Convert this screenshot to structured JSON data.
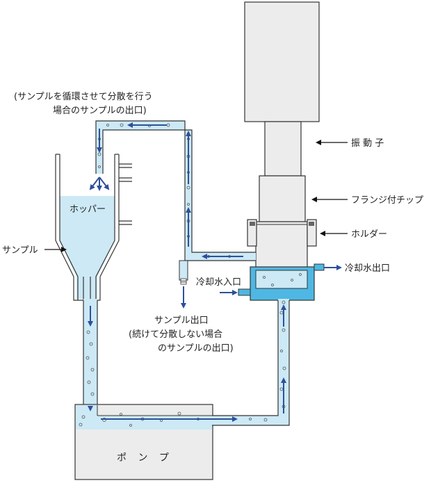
{
  "labels": {
    "circulation_line1": "(サンプルを循環させて分散を行う",
    "circulation_line2": "場合のサンプルの出口)",
    "vibrator": "振 動 子",
    "flange_tip": "フランジ付チップ",
    "holder": "ホルダー",
    "hopper": "ホッパー",
    "sample": "サンプル",
    "coolant_out": "冷却水出口",
    "coolant_in": "冷却水入口",
    "sample_outlet": "サンプル出口",
    "single_line1": "(続けて分散しない場合",
    "single_line2": "のサンプルの出口)",
    "pump": "ポ ン プ"
  },
  "colors": {
    "liquid": "#cce9f5",
    "coolant": "#4fb7e3",
    "device_gray": "#ececec",
    "arrow_blue": "#2f4f9b",
    "outline": "#333333"
  }
}
